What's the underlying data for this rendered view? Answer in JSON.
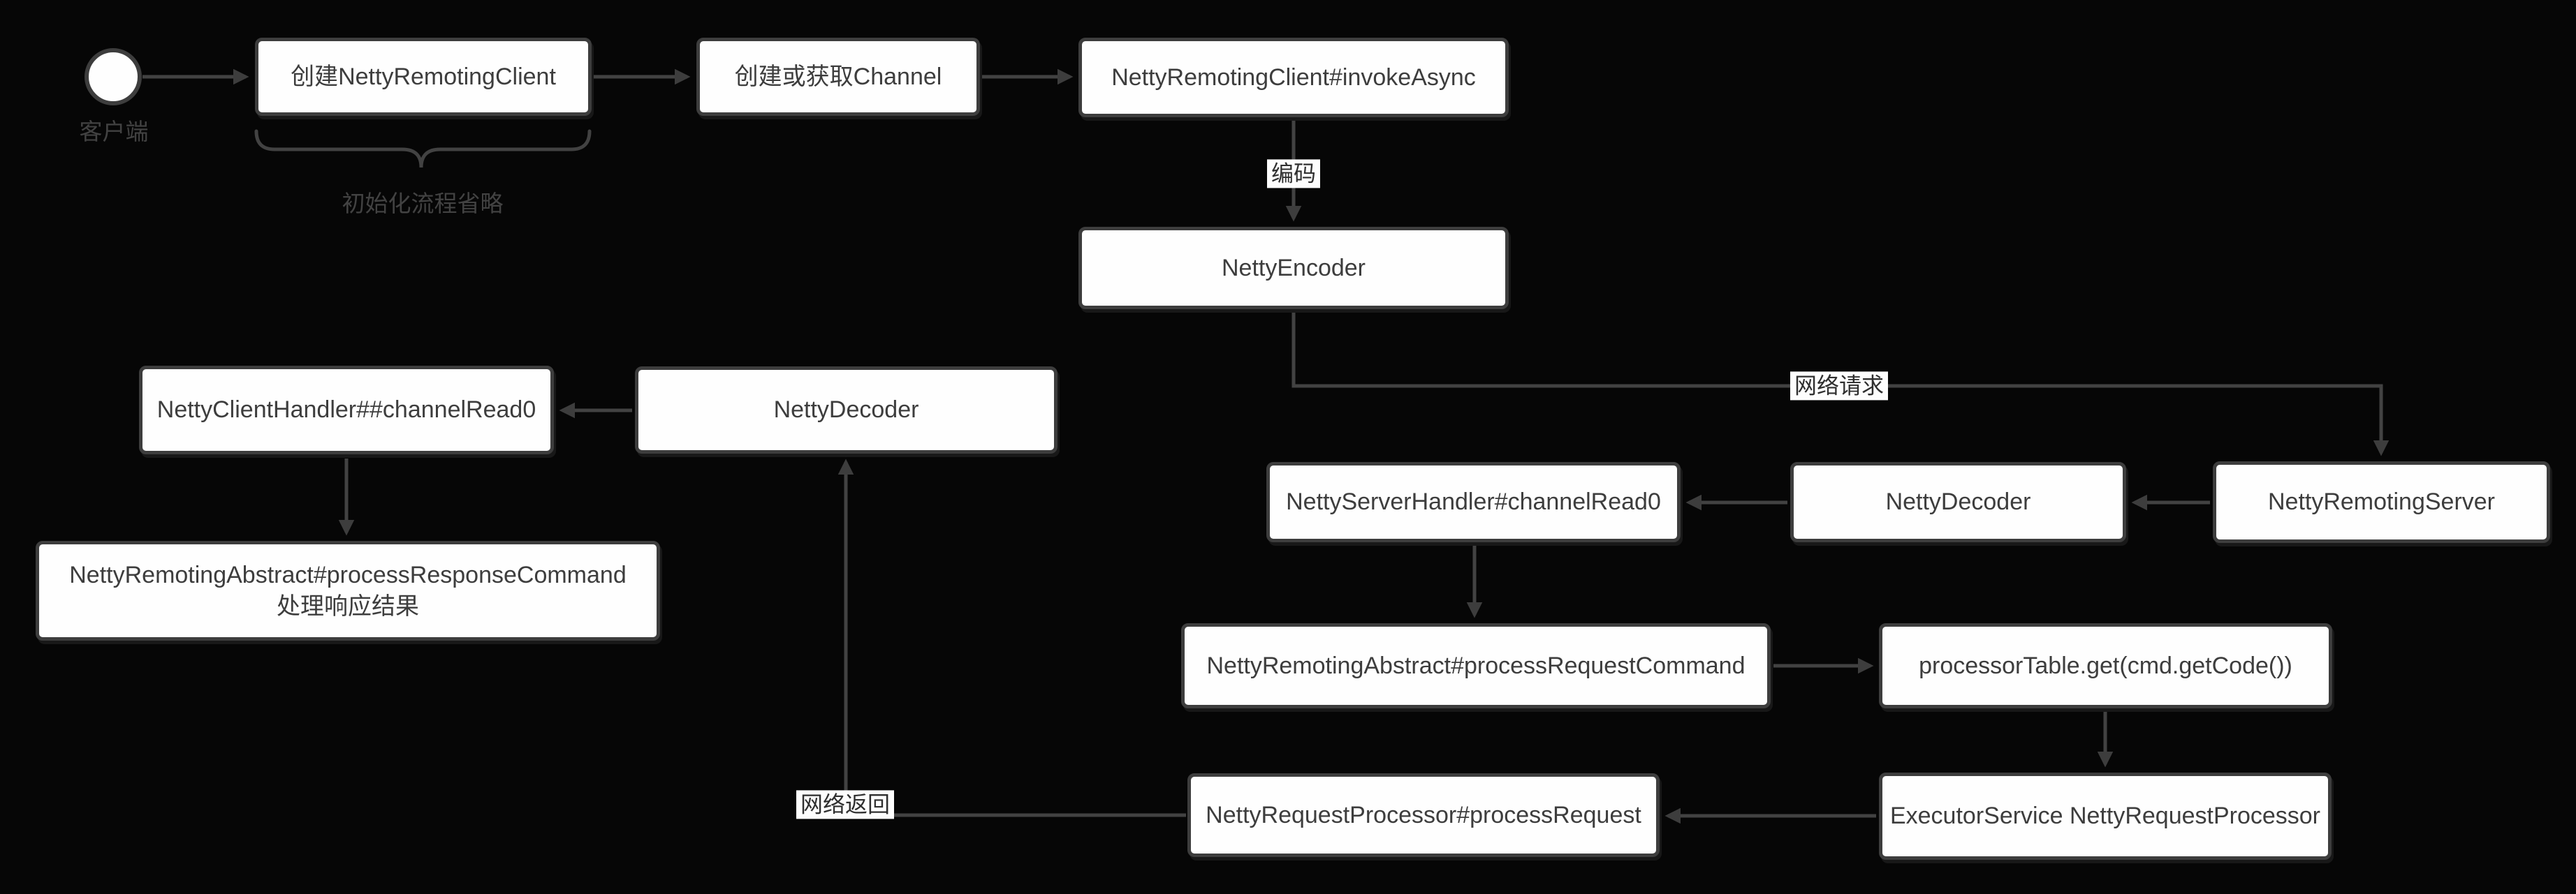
{
  "colors": {
    "background": "#060606",
    "node_fill": "#fefefe",
    "node_border": "#3d3d3d",
    "node_text": "#3d3d3d",
    "connector": "#424242",
    "muted_label_text": "#424242",
    "edge_label_bg": "#fdfdfd",
    "edge_label_text": "#2f2f2f"
  },
  "start": {
    "label": "客户端"
  },
  "annotations": {
    "init_note": "初始化流程省略"
  },
  "nodes": {
    "create_client": {
      "label": "创建NettyRemotingClient"
    },
    "get_channel": {
      "label": "创建或获取Channel"
    },
    "invoke_async": {
      "label": "NettyRemotingClient#invokeAsync"
    },
    "netty_encoder": {
      "label": "NettyEncoder"
    },
    "client_decoder": {
      "label": "NettyDecoder"
    },
    "client_handler": {
      "label": "NettyClientHandler##channelRead0"
    },
    "process_response": {
      "label": "NettyRemotingAbstract#processResponseCommand",
      "sublabel": "处理响应结果"
    },
    "server_handler": {
      "label": "NettyServerHandler#channelRead0"
    },
    "server_decoder": {
      "label": "NettyDecoder"
    },
    "remoting_server": {
      "label": "NettyRemotingServer"
    },
    "process_request": {
      "label": "NettyRemotingAbstract#processRequestCommand"
    },
    "processor_table": {
      "label": "processorTable.get(cmd.getCode())"
    },
    "executor": {
      "label": "ExecutorService NettyRequestProcessor"
    },
    "request_processor": {
      "label": "NettyRequestProcessor#processRequest"
    }
  },
  "edge_labels": {
    "encode": "编码",
    "network_request": "网络请求",
    "network_return": "网络返回"
  }
}
